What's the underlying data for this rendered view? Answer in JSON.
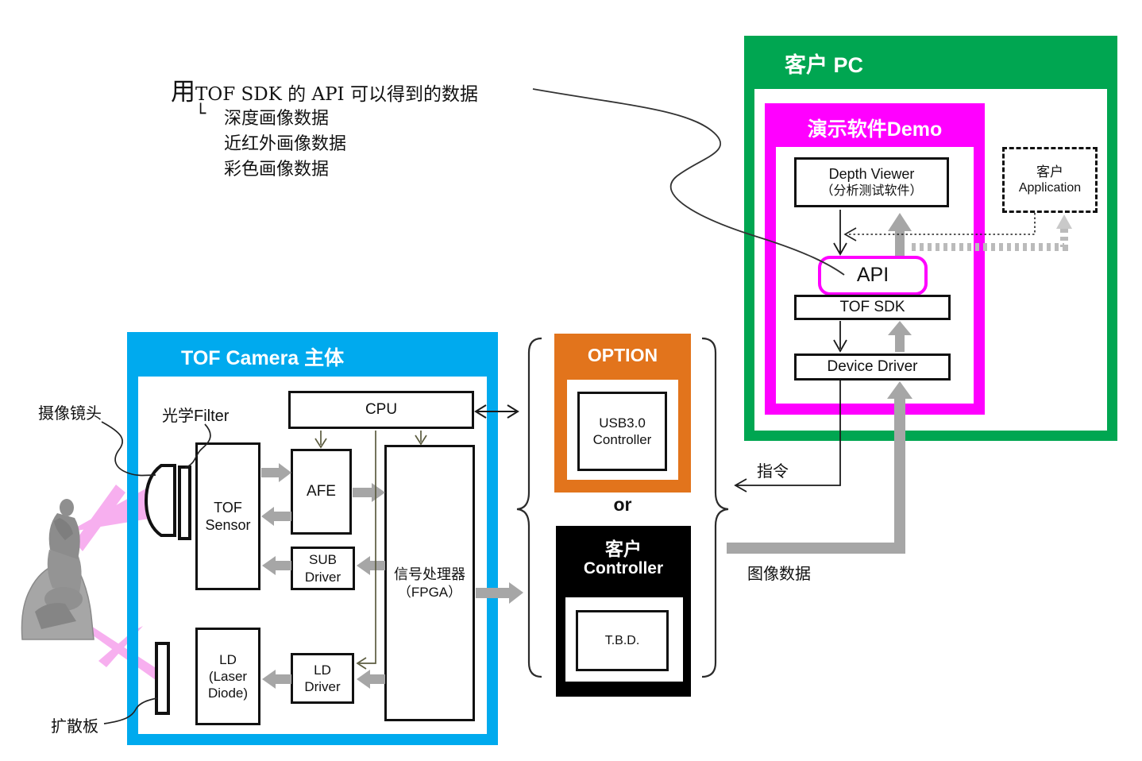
{
  "annotation": {
    "prefix": "用",
    "line1": "TOF SDK 的 API 可以得到的数据",
    "tree": "└",
    "items": [
      "深度画像数据",
      "近红外画像数据",
      "彩色画像数据"
    ]
  },
  "pc": {
    "title": "客户 PC",
    "demo": {
      "title": "演示软件Demo",
      "depth_viewer_line1": "Depth Viewer",
      "depth_viewer_line2": "（分析测试软件）",
      "api": "API",
      "tof_sdk": "TOF SDK",
      "device_driver": "Device Driver"
    },
    "customer_app_line1": "客户",
    "customer_app_line2": "Application"
  },
  "camera": {
    "title": "TOF Camera 主体",
    "cpu": "CPU",
    "sensor_line1": "TOF",
    "sensor_line2": "Sensor",
    "afe": "AFE",
    "sub_line1": "SUB",
    "sub_line2": "Driver",
    "fpga_line1": "信号处理器",
    "fpga_line2": "（FPGA）",
    "ld_line1": "LD",
    "ld_line2": "(Laser",
    "ld_line3": "Diode)",
    "ldd_line1": "LD",
    "ldd_line2": "Driver"
  },
  "middle": {
    "option_title": "OPTION",
    "usb_line1": "USB3.0",
    "usb_line2": "Controller",
    "or": "or",
    "controller_line1": "客户",
    "controller_line2": "Controller",
    "tbd": "T.B.D."
  },
  "labels": {
    "lens": "摄像镜头",
    "filter": "光学Filter",
    "diffuser": "扩散板",
    "command": "指令",
    "image_data": "图像数据"
  },
  "colors": {
    "green": "#00A651",
    "magenta": "#FF00FF",
    "cyan": "#00AAEE",
    "orange": "#E2741C",
    "gray_arrow": "#A6A6A6",
    "beam_pink": "#F7ABEF"
  }
}
